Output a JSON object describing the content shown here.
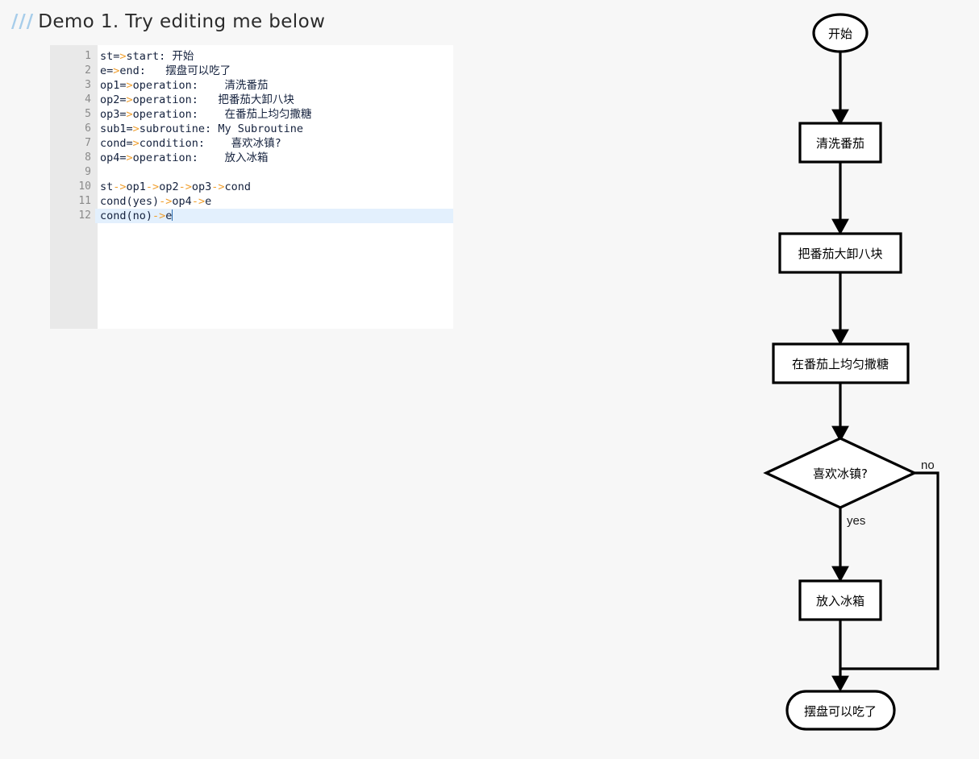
{
  "header": {
    "slash": "///",
    "title": "Demo 1. Try editing me below"
  },
  "editor": {
    "line_numbers": [
      "1",
      "2",
      "3",
      "4",
      "5",
      "6",
      "7",
      "8",
      "9",
      "10",
      "11",
      "12"
    ],
    "active_line": 12,
    "lines": [
      {
        "n": "1",
        "pre": "st=",
        "arrow": ">",
        "post": "start: 开始"
      },
      {
        "n": "2",
        "pre": "e=",
        "arrow": ">",
        "post": "end:   摆盘可以吃了"
      },
      {
        "n": "3",
        "pre": "op1=",
        "arrow": ">",
        "post": "operation:    清洗番茄"
      },
      {
        "n": "4",
        "pre": "op2=",
        "arrow": ">",
        "post": "operation:   把番茄大卸八块"
      },
      {
        "n": "5",
        "pre": "op3=",
        "arrow": ">",
        "post": "operation:    在番茄上均匀撒糖"
      },
      {
        "n": "6",
        "pre": "sub1=",
        "arrow": ">",
        "post": "subroutine: My Subroutine"
      },
      {
        "n": "7",
        "pre": "cond=",
        "arrow": ">",
        "post": "condition:    喜欢冰镇?"
      },
      {
        "n": "8",
        "pre": "op4=",
        "arrow": ">",
        "post": "operation:    放入冰箱"
      },
      {
        "n": "9",
        "pre": "",
        "arrow": "",
        "post": ""
      },
      {
        "n": "10",
        "pre": "st",
        "arrow": "->",
        "post": "op1->op2->op3->cond",
        "multi": true
      },
      {
        "n": "11",
        "pre": "cond(yes)",
        "arrow": "->",
        "post": "op4->e",
        "multi": true
      },
      {
        "n": "12",
        "pre": "cond(no)",
        "arrow": "->",
        "post": "e",
        "multi": true
      }
    ],
    "raw_text": [
      "st=>start: 开始",
      "e=>end:   摆盘可以吃了",
      "op1=>operation:    清洗番茄",
      "op2=>operation:   把番茄大卸八块",
      "op3=>operation:    在番茄上均匀撒糖",
      "sub1=>subroutine: My Subroutine",
      "cond=>condition:    喜欢冰镇?",
      "op4=>operation:    放入冰箱",
      "",
      "st->op1->op2->op3->cond",
      "cond(yes)->op4->e",
      "cond(no)->e"
    ]
  },
  "flowchart": {
    "colors": {
      "stroke": "#000000",
      "fill": "#ffffff",
      "text": "#000000",
      "background": "#f7f7f7"
    },
    "nodes": [
      {
        "id": "st",
        "type": "start",
        "label": "开始"
      },
      {
        "id": "op1",
        "type": "operation",
        "label": "清洗番茄"
      },
      {
        "id": "op2",
        "type": "operation",
        "label": "把番茄大卸八块"
      },
      {
        "id": "op3",
        "type": "operation",
        "label": "在番茄上均匀撒糖"
      },
      {
        "id": "cond",
        "type": "condition",
        "label": "喜欢冰镇?"
      },
      {
        "id": "op4",
        "type": "operation",
        "label": "放入冰箱"
      },
      {
        "id": "e",
        "type": "end",
        "label": "摆盘可以吃了"
      }
    ],
    "edge_labels": {
      "yes": "yes",
      "no": "no"
    }
  }
}
